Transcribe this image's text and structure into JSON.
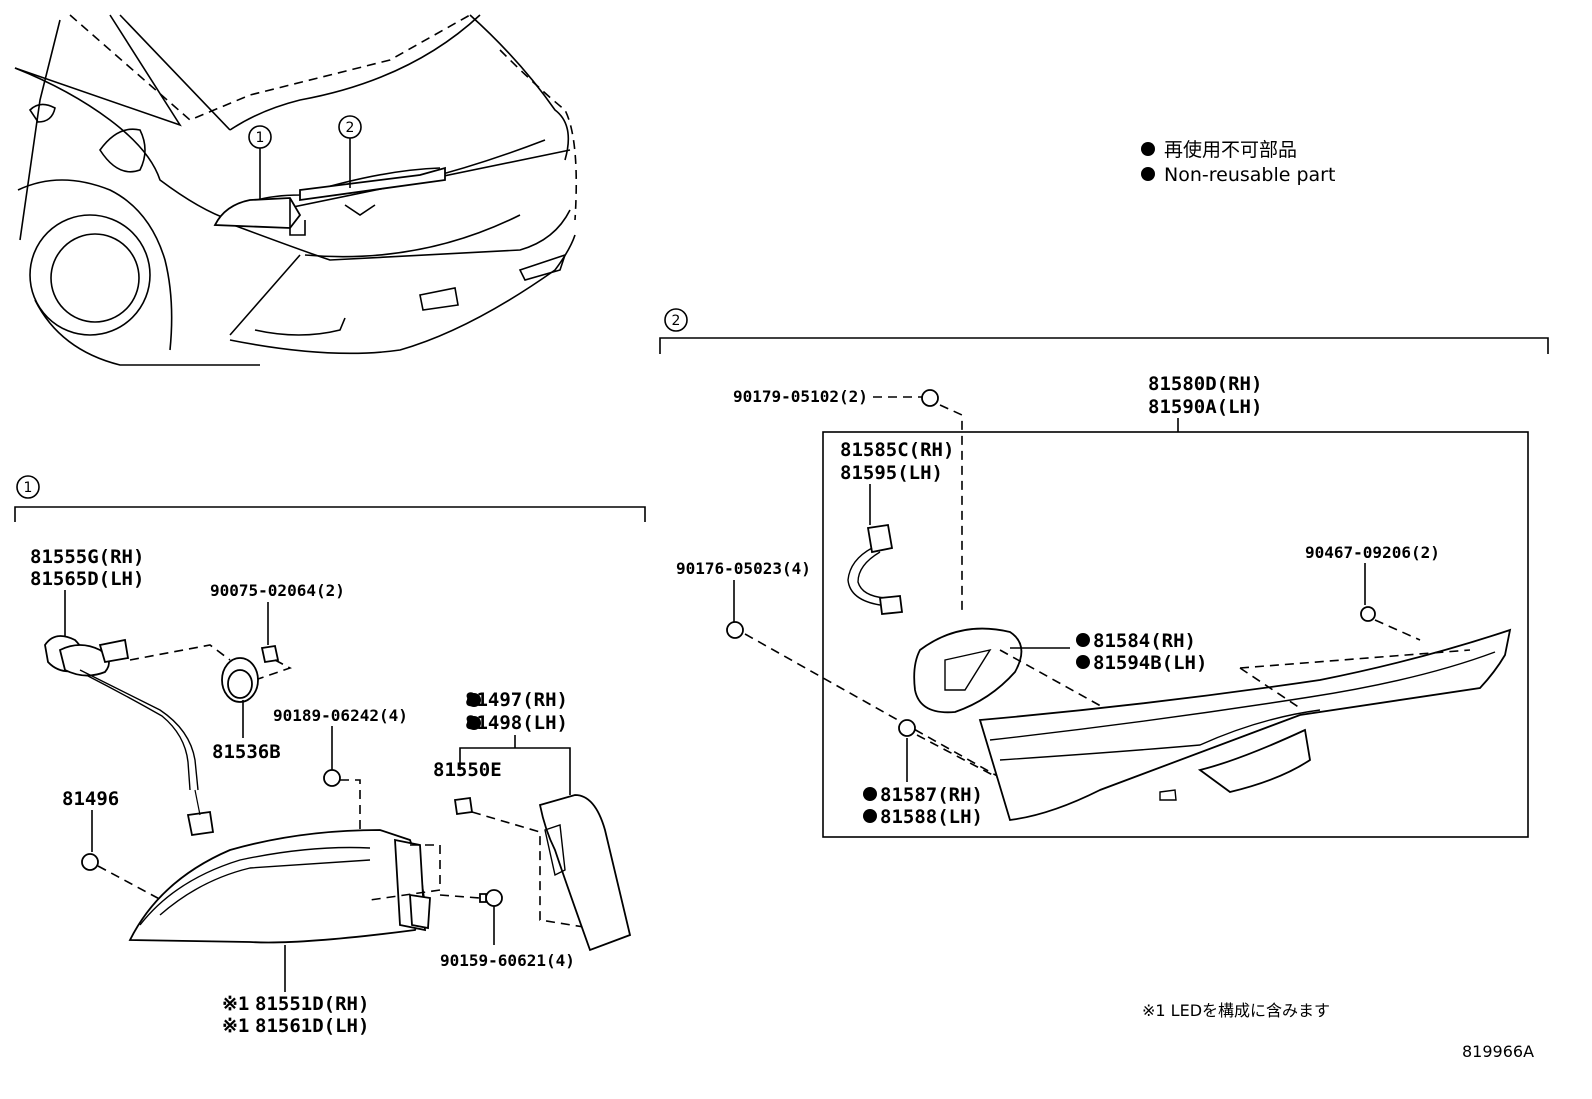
{
  "legend": {
    "line1": "再使用不可部品",
    "line2": "Non-reusable part",
    "bullet_color": "#000000"
  },
  "note": "※1 LEDを構成に含みます",
  "diagram_code": "819966A",
  "callouts": {
    "c1": "1",
    "c2": "2"
  },
  "section1": {
    "label": "1",
    "parts": {
      "p81555G": "81555G(RH)",
      "p81565D": "81565D(LH)",
      "p90075": "90075-02064(2)",
      "p81536B": "81536B",
      "p90189": "90189-06242(4)",
      "p81496": "81496",
      "p81497": "81497(RH)",
      "p81498": "81498(LH)",
      "p81550E": "81550E",
      "p90159": "90159-60621(4)",
      "p81551D_mark": "※1",
      "p81551D": "81551D(RH)",
      "p81561D_mark": "※1",
      "p81561D": "81561D(LH)"
    }
  },
  "section2": {
    "label": "2",
    "parts": {
      "p90179": "90179-05102(2)",
      "p81580D": "81580D(RH)",
      "p81590A": "81590A(LH)",
      "p81585C": "81585C(RH)",
      "p81595": "81595(LH)",
      "p90176": "90176-05023(4)",
      "p90467": "90467-09206(2)",
      "p81584": "81584(RH)",
      "p81594B": "81594B(LH)",
      "p81587": "81587(RH)",
      "p81588": "81588(LH)"
    }
  }
}
